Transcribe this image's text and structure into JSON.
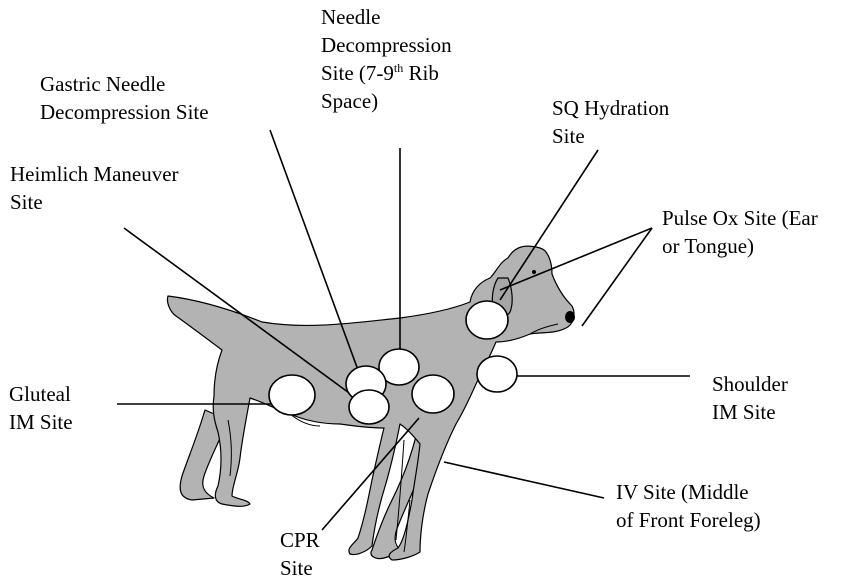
{
  "labels": {
    "needle_decompression": {
      "line1": "Needle",
      "line2": "Decompression",
      "line3_pre": "Site (7-9",
      "line3_sup": "th",
      "line3_post": " Rib",
      "line4": "Space)"
    },
    "gastric_needle": {
      "line1": "Gastric Needle",
      "line2": "Decompression Site"
    },
    "sq_hydration": {
      "line1": "SQ Hydration",
      "line2": "Site"
    },
    "heimlich": {
      "line1": "Heimlich Maneuver",
      "line2": "Site"
    },
    "pulse_ox": {
      "line1": "Pulse Ox Site (Ear",
      "line2": "or Tongue)"
    },
    "gluteal_im": {
      "line1": "Gluteal",
      "line2": "IM Site"
    },
    "shoulder_im": {
      "line1": "Shoulder",
      "line2": "IM Site"
    },
    "iv_site": {
      "line1": "IV Site (Middle",
      "line2": "of Front Foreleg)"
    },
    "cpr": {
      "line1": "CPR",
      "line2": "Site"
    }
  },
  "colors": {
    "dog_fill": "#b3b3b3",
    "outline": "#000000",
    "site_marker": "#ffffff"
  }
}
